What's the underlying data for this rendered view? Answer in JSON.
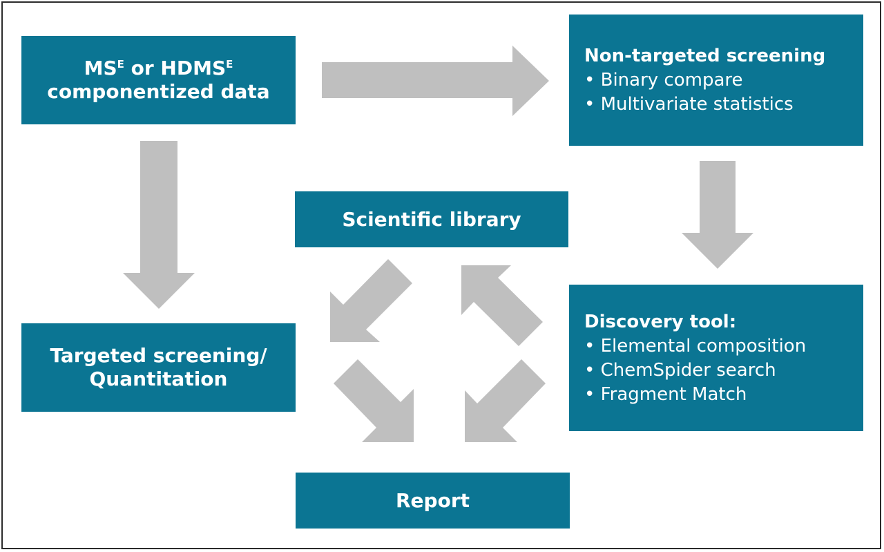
{
  "colors": {
    "box": "#0b7593",
    "arrow": "#bfbfbf",
    "text": "#ffffff"
  },
  "source_box": {
    "line1_a": "MS",
    "sup1": "E",
    "line1_b": " or HDMS",
    "sup2": "E",
    "line2": "componentized data"
  },
  "non_targeted": {
    "title": "Non-targeted screening",
    "bullets": [
      "• Binary compare",
      "• Multivariate statistics"
    ]
  },
  "scientific_library": {
    "label": "Scientific library"
  },
  "discovery": {
    "title": "Discovery tool:",
    "bullets": [
      "• Elemental composition",
      "• ChemSpider search",
      "• Fragment Match"
    ]
  },
  "targeted": {
    "line1": "Targeted screening/",
    "line2": "Quantitation"
  },
  "report": {
    "label": "Report"
  }
}
